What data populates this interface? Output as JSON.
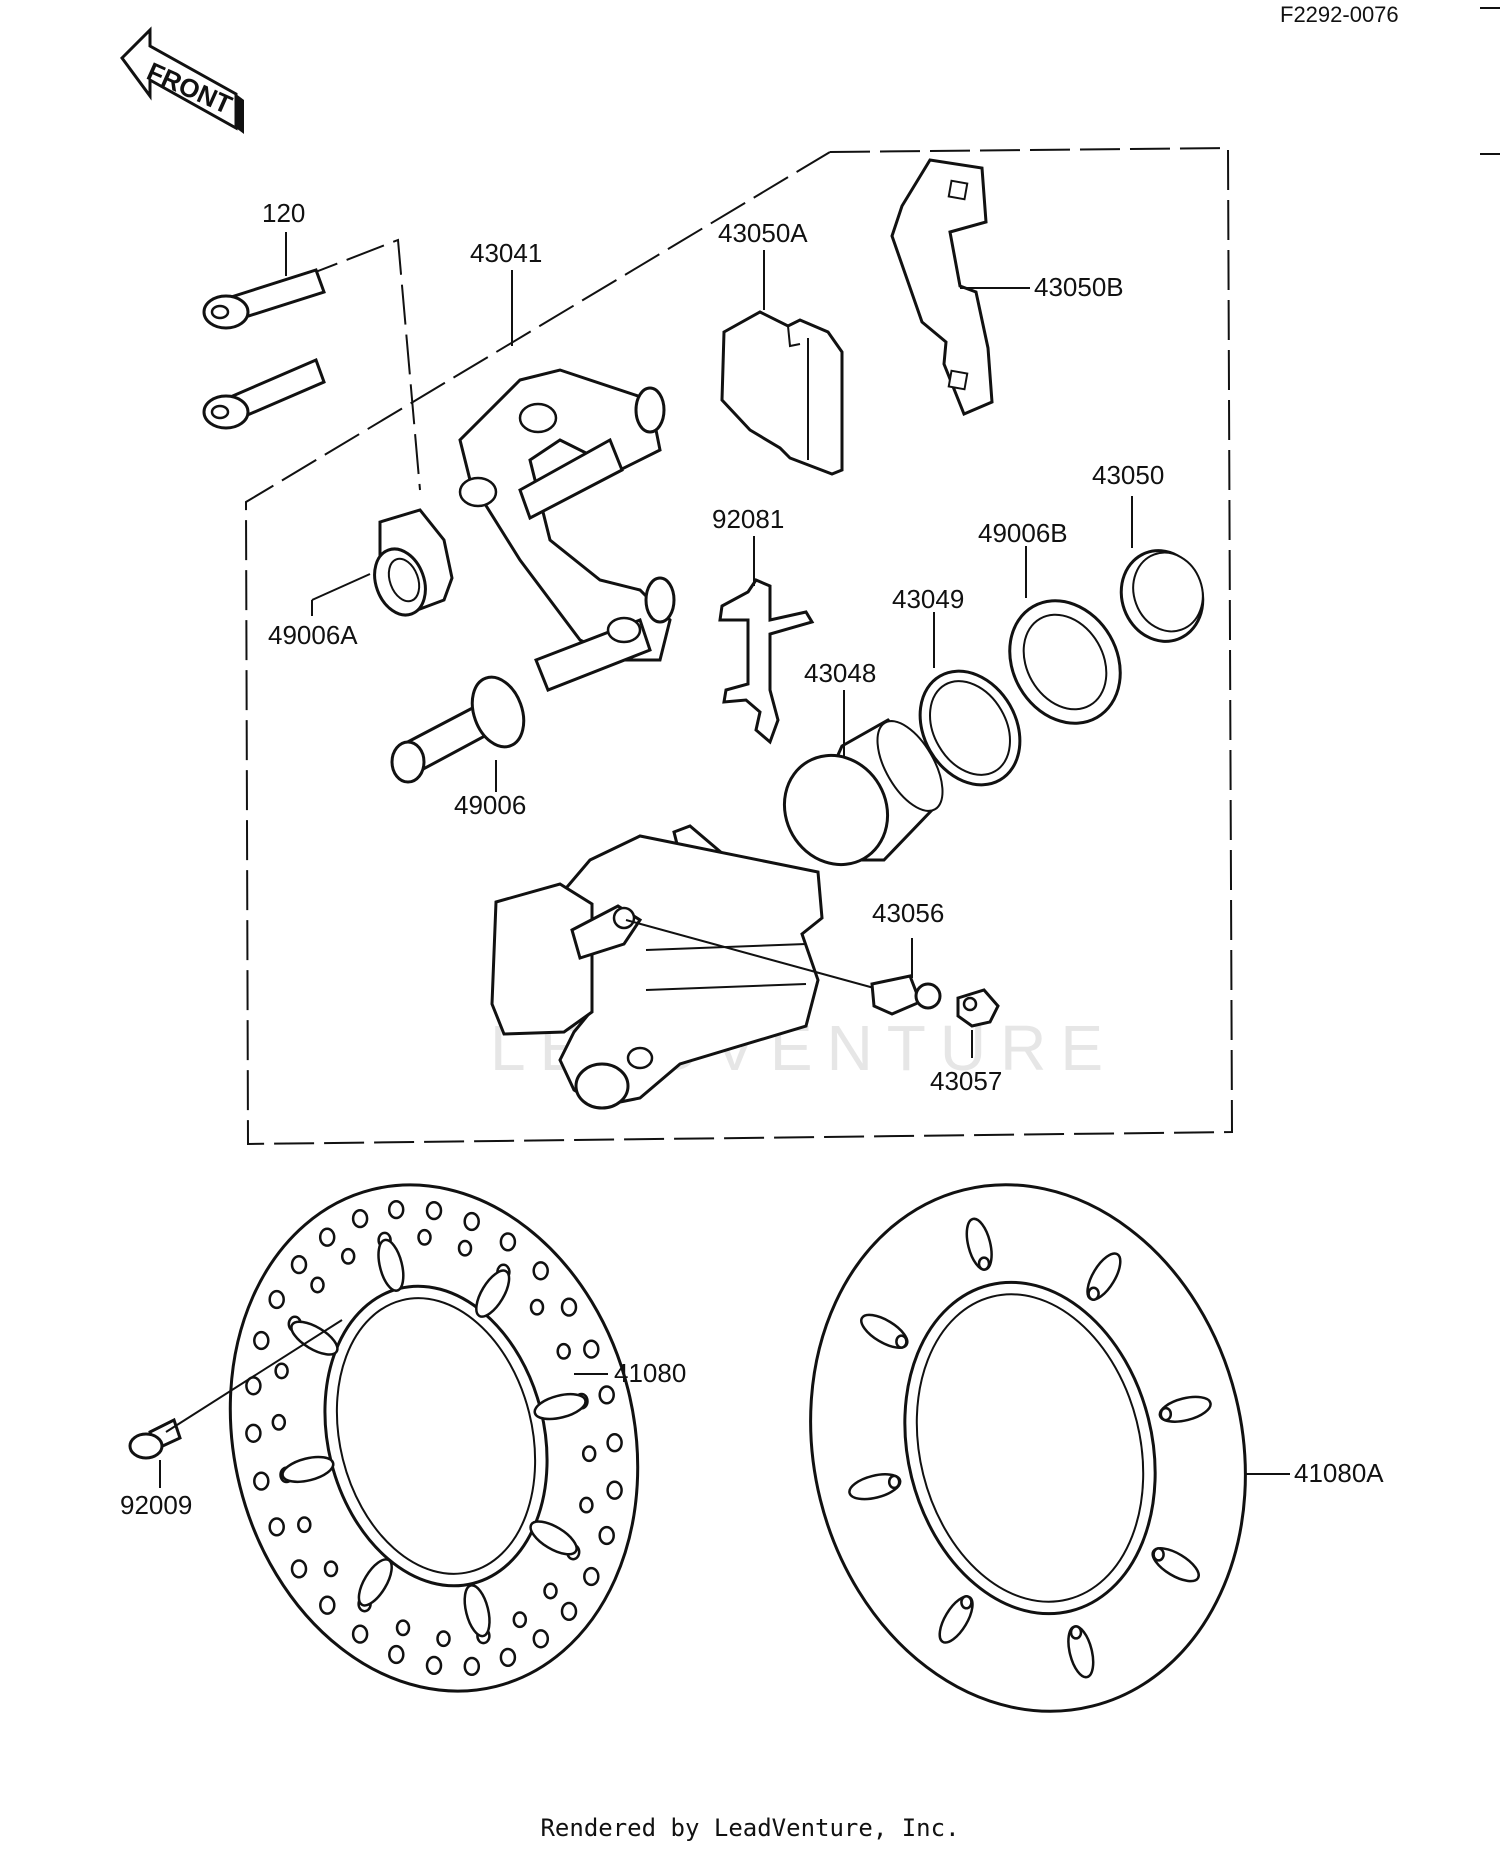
{
  "header": {
    "code": "F2292-0076",
    "front_label": "FRONT"
  },
  "watermark": "LEADVENTURE",
  "parts": {
    "p120": "120",
    "p43041": "43041",
    "p43050A": "43050A",
    "p43050B": "43050B",
    "p43050": "43050",
    "p92081": "92081",
    "p49006B": "49006B",
    "p49006A": "49006A",
    "p43049": "43049",
    "p43048": "43048",
    "p49006": "49006",
    "p43056": "43056",
    "p43057": "43057",
    "p41080": "41080",
    "p41080A": "41080A",
    "p92009": "92009"
  },
  "footer": "Rendered by LeadVenture, Inc."
}
